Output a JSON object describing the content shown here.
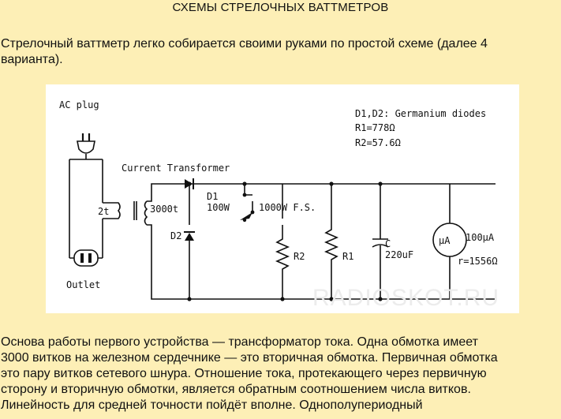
{
  "page": {
    "title": "СХЕМЫ СТРЕЛОЧНЫХ ВАТТМЕТРОВ",
    "intro_lines": [
      "Стрелочный ваттметр легко собирается своими руками по простой схеме (далее 4",
      "варианта)."
    ],
    "body_lines": [
      "Основа работы первого устройства — трансформатор тока. Одна обмотка имеет",
      "3000 витков на железном сердечнике — это вторичная обмотка. Первичная обмотка",
      "это пару витков сетевого шнура. Отношение тока, протекающего через первичную",
      "сторону и вторичную обмотки, является обратным соотношением числа витков.",
      "Линейность для средней точности пойдёт вполне. Однополупериодный"
    ]
  },
  "schematic": {
    "labels": {
      "ac_plug": "AC plug",
      "outlet": "Outlet",
      "current_transformer": "Current Transformer",
      "primary_turns": "2t",
      "secondary_turns": "3000t",
      "d1": "D1",
      "d1_range": "100W",
      "range_fs": "1000W F.S.",
      "d2": "D2",
      "r2": "R2",
      "r1": "R1",
      "c": "C",
      "c_value": "220uF",
      "meter_symbol": "μA",
      "meter_range": "100μA",
      "meter_resistance": "r=1556Ω"
    },
    "notes": [
      "D1,D2: Germanium diodes",
      "R1=778Ω",
      "R2=57.6Ω"
    ],
    "watermark": "RADIOSKOT.RU"
  }
}
